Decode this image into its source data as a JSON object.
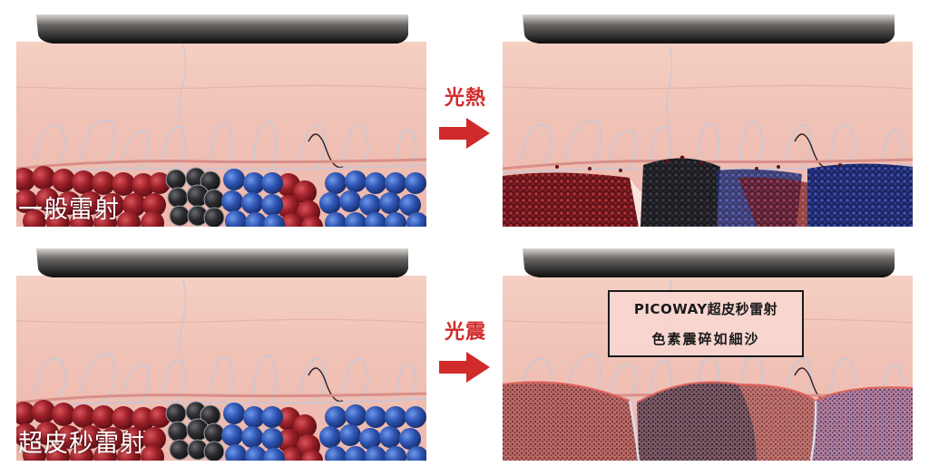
{
  "panels": {
    "top_left": {
      "label": "一般雷射",
      "state": "before"
    },
    "top_right": {
      "label": "",
      "state": "after-heat"
    },
    "bottom_left": {
      "label": "超皮秒雷射",
      "state": "before"
    },
    "bottom_right": {
      "label": "",
      "state": "after-shock"
    }
  },
  "arrows": {
    "top": {
      "label": "光熱",
      "icon": "right-arrow-icon",
      "color": "#d12a2a"
    },
    "bottom": {
      "label": "光震",
      "icon": "right-arrow-icon",
      "color": "#d12a2a"
    }
  },
  "callout": {
    "line1": "PICOWAY超皮秒雷射",
    "line2": "色素震碎如細沙"
  },
  "colors": {
    "skin": "#f2c9bd",
    "pigment_red": "#8e1e26",
    "pigment_blue": "#2f55b0",
    "pigment_black": "#2b2b2e",
    "accent_red": "#d12a2a"
  }
}
